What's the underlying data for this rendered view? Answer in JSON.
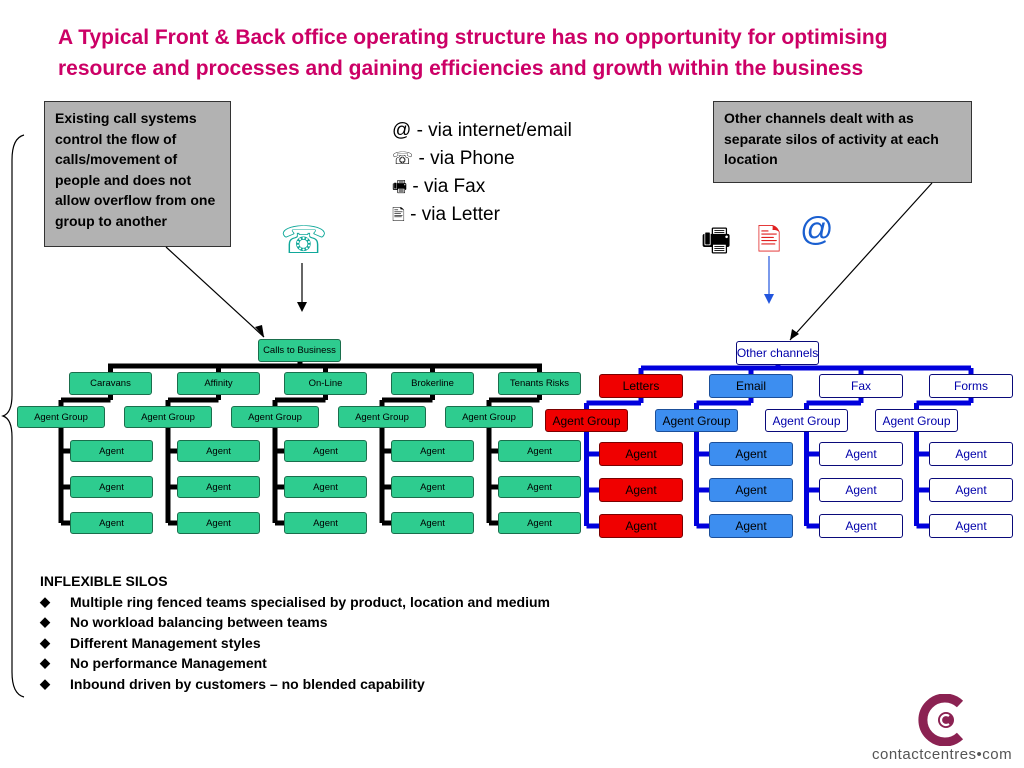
{
  "title": "A Typical Front & Back office operating structure has no opportunity for optimising resource and processes and gaining efficiencies and growth within the business",
  "callout_left": "Existing call systems control the flow of calls/movement of people and does not allow overflow from one group to another",
  "callout_right": "Other channels dealt with as separate silos of activity at each location",
  "legend": [
    {
      "symbol": "@",
      "text": " - via internet/email"
    },
    {
      "symbol": "☏",
      "text": "  - via Phone"
    },
    {
      "symbol": "🖷",
      "text": " - via Fax"
    },
    {
      "symbol": "🖹",
      "text": " - via Letter"
    }
  ],
  "phone_symbol": "☏",
  "fax_symbol": "🖷",
  "letter_symbol": "🖹",
  "email_symbol": "@",
  "left_tree": {
    "root": "Calls to Business",
    "products": [
      "Caravans",
      "Affinity",
      "On-Line",
      "Brokerline",
      "Tenants Risks"
    ],
    "group_label": "Agent Group",
    "agent_label": "Agent"
  },
  "right_tree": {
    "root": "Other channels",
    "channels": [
      "Letters",
      "Email",
      "Fax",
      "Forms"
    ],
    "group_label": "Agent Group",
    "agent_label": "Agent"
  },
  "bullets": {
    "heading": "INFLEXIBLE SILOS",
    "marker": "◆",
    "items": [
      "Multiple ring fenced teams specialised by product, location and medium",
      "No workload balancing between teams",
      "Different Management styles",
      "No performance Management",
      "Inbound driven by customers – no blended capability"
    ]
  },
  "logo": {
    "text": "contactcentres•com",
    "brand_color": "#8b2252"
  },
  "colors": {
    "title": "#cc0066",
    "green": "#2ecc8f",
    "red": "#f00000",
    "blue": "#3d8ef0",
    "connector_blue": "#0000dd",
    "teal_icon": "#10a89a"
  }
}
